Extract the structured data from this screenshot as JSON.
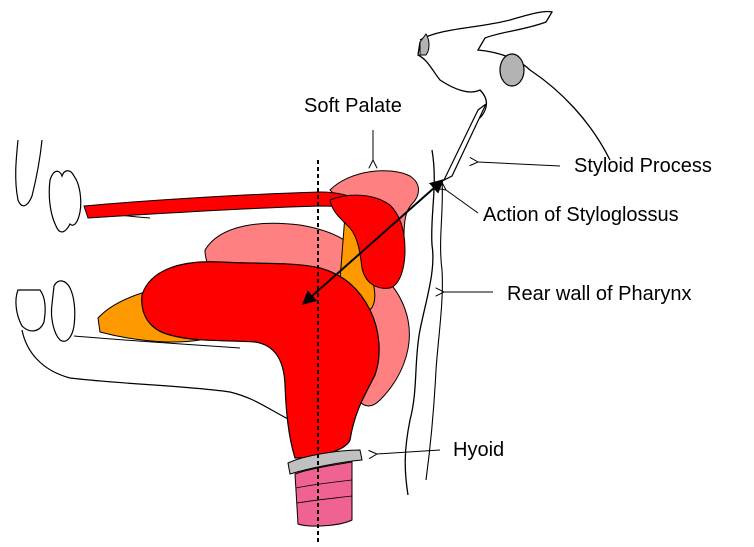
{
  "labels": {
    "soft_palate": "Soft Palate",
    "styloid_process": "Styloid Process",
    "action_of_styloglossus": "Action of Styloglossus",
    "rear_wall_of_pharynx": "Rear wall of Pharynx",
    "hyoid": "Hyoid"
  },
  "colors": {
    "muscle_red": "#ff0000",
    "palate_pink": "#ff8080",
    "fat_orange": "#ff9900",
    "hyoid_gray": "#c0c0c0",
    "larynx_pink": "#f06292",
    "bone_gray": "#b3b3b3",
    "outline": "#000000"
  }
}
